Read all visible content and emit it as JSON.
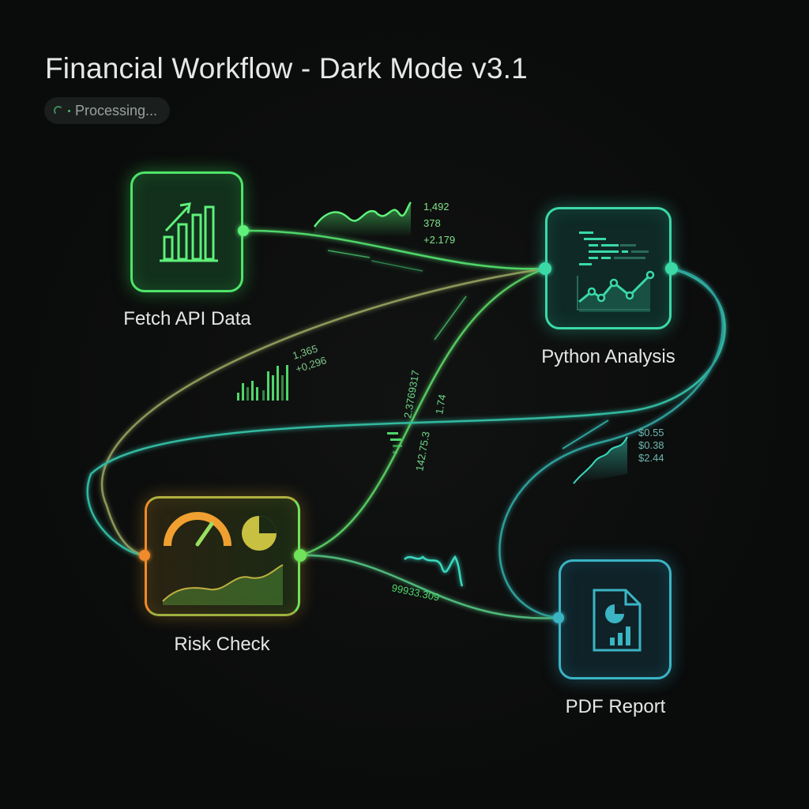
{
  "header": {
    "title": "Financial Workflow - Dark Mode v3.1",
    "status": "Processing..."
  },
  "colors": {
    "green": "#4fe36a",
    "teal": "#3ad9a6",
    "orange": "#f08a2a",
    "blue": "#3bb4c4",
    "background": "#0b0c0c"
  },
  "nodes": [
    {
      "id": "fetch",
      "label": "Fetch API Data",
      "icon": "bar-chart-trend-icon"
    },
    {
      "id": "python",
      "label": "Python Analysis",
      "icon": "code-chart-icon"
    },
    {
      "id": "risk",
      "label": "Risk Check",
      "icon": "gauge-pie-area-icon"
    },
    {
      "id": "pdf",
      "label": "PDF Report",
      "icon": "document-chart-icon"
    }
  ],
  "annotations": {
    "fetch_python": [
      "1,492",
      "378",
      "+2.179"
    ],
    "bars_left": [
      "1,365",
      "+0,296"
    ],
    "vertical_a": "2.3769317",
    "vertical_b": "1.74",
    "vertical_c": "142.75.3",
    "pdf_side": [
      "$0.55",
      "$0.38",
      "$2.44"
    ],
    "risk_pdf": "99933.309"
  }
}
